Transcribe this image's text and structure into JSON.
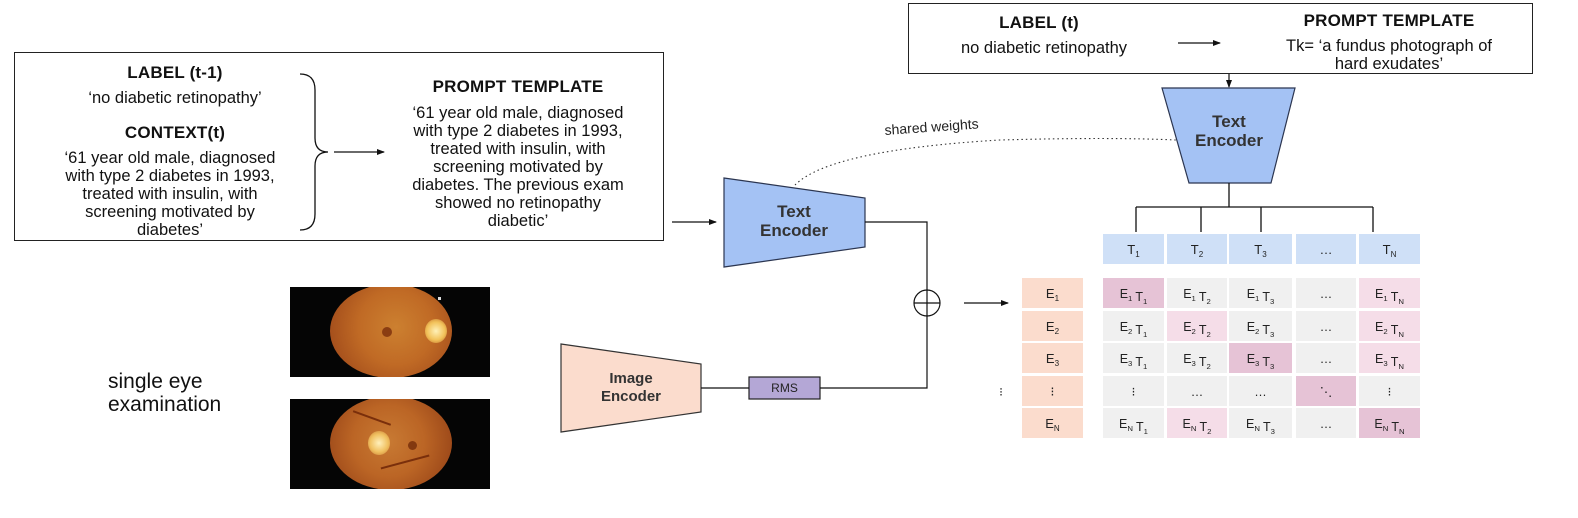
{
  "top_box": {
    "label_title": "LABEL (t)",
    "label_value": "no diabetic retinopathy",
    "prompt_title": "PROMPT TEMPLATE",
    "prompt_value": "Tk= ‘a fundus photograph of\nhard exudates’"
  },
  "left_box": {
    "label_title": "LABEL (t-1)",
    "label_value": "‘no diabetic retinopathy’",
    "context_title": "CONTEXT(t)",
    "context_value": "‘61 year old male, diagnosed\nwith type 2 diabetes in 1993,\ntreated with insulin, with\nscreening motivated by\ndiabetes’",
    "prompt_title": "PROMPT TEMPLATE",
    "prompt_value": "‘61 year old male, diagnosed\nwith type 2 diabetes in 1993,\ntreated with insulin, with\nscreening motivated by\ndiabetes. The previous exam\nshowed no retinopathy\ndiabetic’"
  },
  "shared_weights": "shared weights",
  "text_encoder_label": "Text\nEncoder",
  "image_encoder_label": "Image\nEncoder",
  "rms_label": "RMS",
  "eye_exam_label": "single eye\nexamination",
  "matrix": {
    "text_headers": [
      {
        "main": "T",
        "sub": "1"
      },
      {
        "main": "T",
        "sub": "2"
      },
      {
        "main": "T",
        "sub": "3"
      },
      {
        "main": "…",
        "sub": ""
      },
      {
        "main": "T",
        "sub": "N"
      }
    ],
    "image_headers": [
      {
        "main": "E",
        "sub": "1"
      },
      {
        "main": "E",
        "sub": "2"
      },
      {
        "main": "E",
        "sub": "3"
      },
      {
        "main": "⁝",
        "sub": ""
      },
      {
        "main": "E",
        "sub": "N"
      }
    ],
    "row_dot": "⁝",
    "cells": [
      [
        [
          [
            "E",
            "1"
          ],
          [
            "T",
            "1"
          ]
        ],
        [
          [
            "E",
            "1"
          ],
          [
            "T",
            "2"
          ]
        ],
        [
          [
            "E",
            "1"
          ],
          [
            "T",
            "3"
          ]
        ],
        [
          [
            "…",
            ""
          ]
        ],
        [
          [
            "E",
            "1"
          ],
          [
            "T",
            "N"
          ]
        ]
      ],
      [
        [
          [
            "E",
            "2"
          ],
          [
            "T",
            "1"
          ]
        ],
        [
          [
            "E",
            "2"
          ],
          [
            "T",
            "2"
          ]
        ],
        [
          [
            "E",
            "2"
          ],
          [
            "T",
            "3"
          ]
        ],
        [
          [
            "…",
            ""
          ]
        ],
        [
          [
            "E",
            "2"
          ],
          [
            "T",
            "N"
          ]
        ]
      ],
      [
        [
          [
            "E",
            "3"
          ],
          [
            "T",
            "1"
          ]
        ],
        [
          [
            "E",
            "3"
          ],
          [
            "T",
            "2"
          ]
        ],
        [
          [
            "E",
            "3"
          ],
          [
            "T",
            "3"
          ]
        ],
        [
          [
            "…",
            ""
          ]
        ],
        [
          [
            "E",
            "3"
          ],
          [
            "T",
            "N"
          ]
        ]
      ],
      [
        [
          [
            "⁝",
            ""
          ]
        ],
        [
          [
            "…",
            ""
          ]
        ],
        [
          [
            "…",
            ""
          ]
        ],
        [
          [
            "⋱",
            ""
          ]
        ],
        [
          [
            "⁝",
            ""
          ]
        ]
      ],
      [
        [
          [
            "E",
            "N"
          ],
          [
            "T",
            "1"
          ]
        ],
        [
          [
            "E",
            "N"
          ],
          [
            "T",
            "2"
          ]
        ],
        [
          [
            "E",
            "N"
          ],
          [
            "T",
            "3"
          ]
        ],
        [
          [
            "…",
            ""
          ]
        ],
        [
          [
            "E",
            "N"
          ],
          [
            "T",
            "N"
          ]
        ]
      ]
    ],
    "highlighted": [
      [
        0,
        0
      ],
      [
        1,
        1
      ],
      [
        2,
        2
      ],
      [
        3,
        3
      ],
      [
        0,
        4
      ],
      [
        1,
        4
      ],
      [
        2,
        4
      ],
      [
        4,
        1
      ],
      [
        4,
        4
      ]
    ],
    "colors": {
      "text_header": "#cfe0f7",
      "image_header": "#fbdccd",
      "cell": "#f0f0f0",
      "diag_strong": "#e6c3d6",
      "highlight": "#f5dde8"
    }
  },
  "colors": {
    "text_encoder_fill": "#a4c2f4",
    "image_encoder_fill": "#fbdccd",
    "rms_fill": "#b4a7d6",
    "eye_background": "#050505"
  }
}
